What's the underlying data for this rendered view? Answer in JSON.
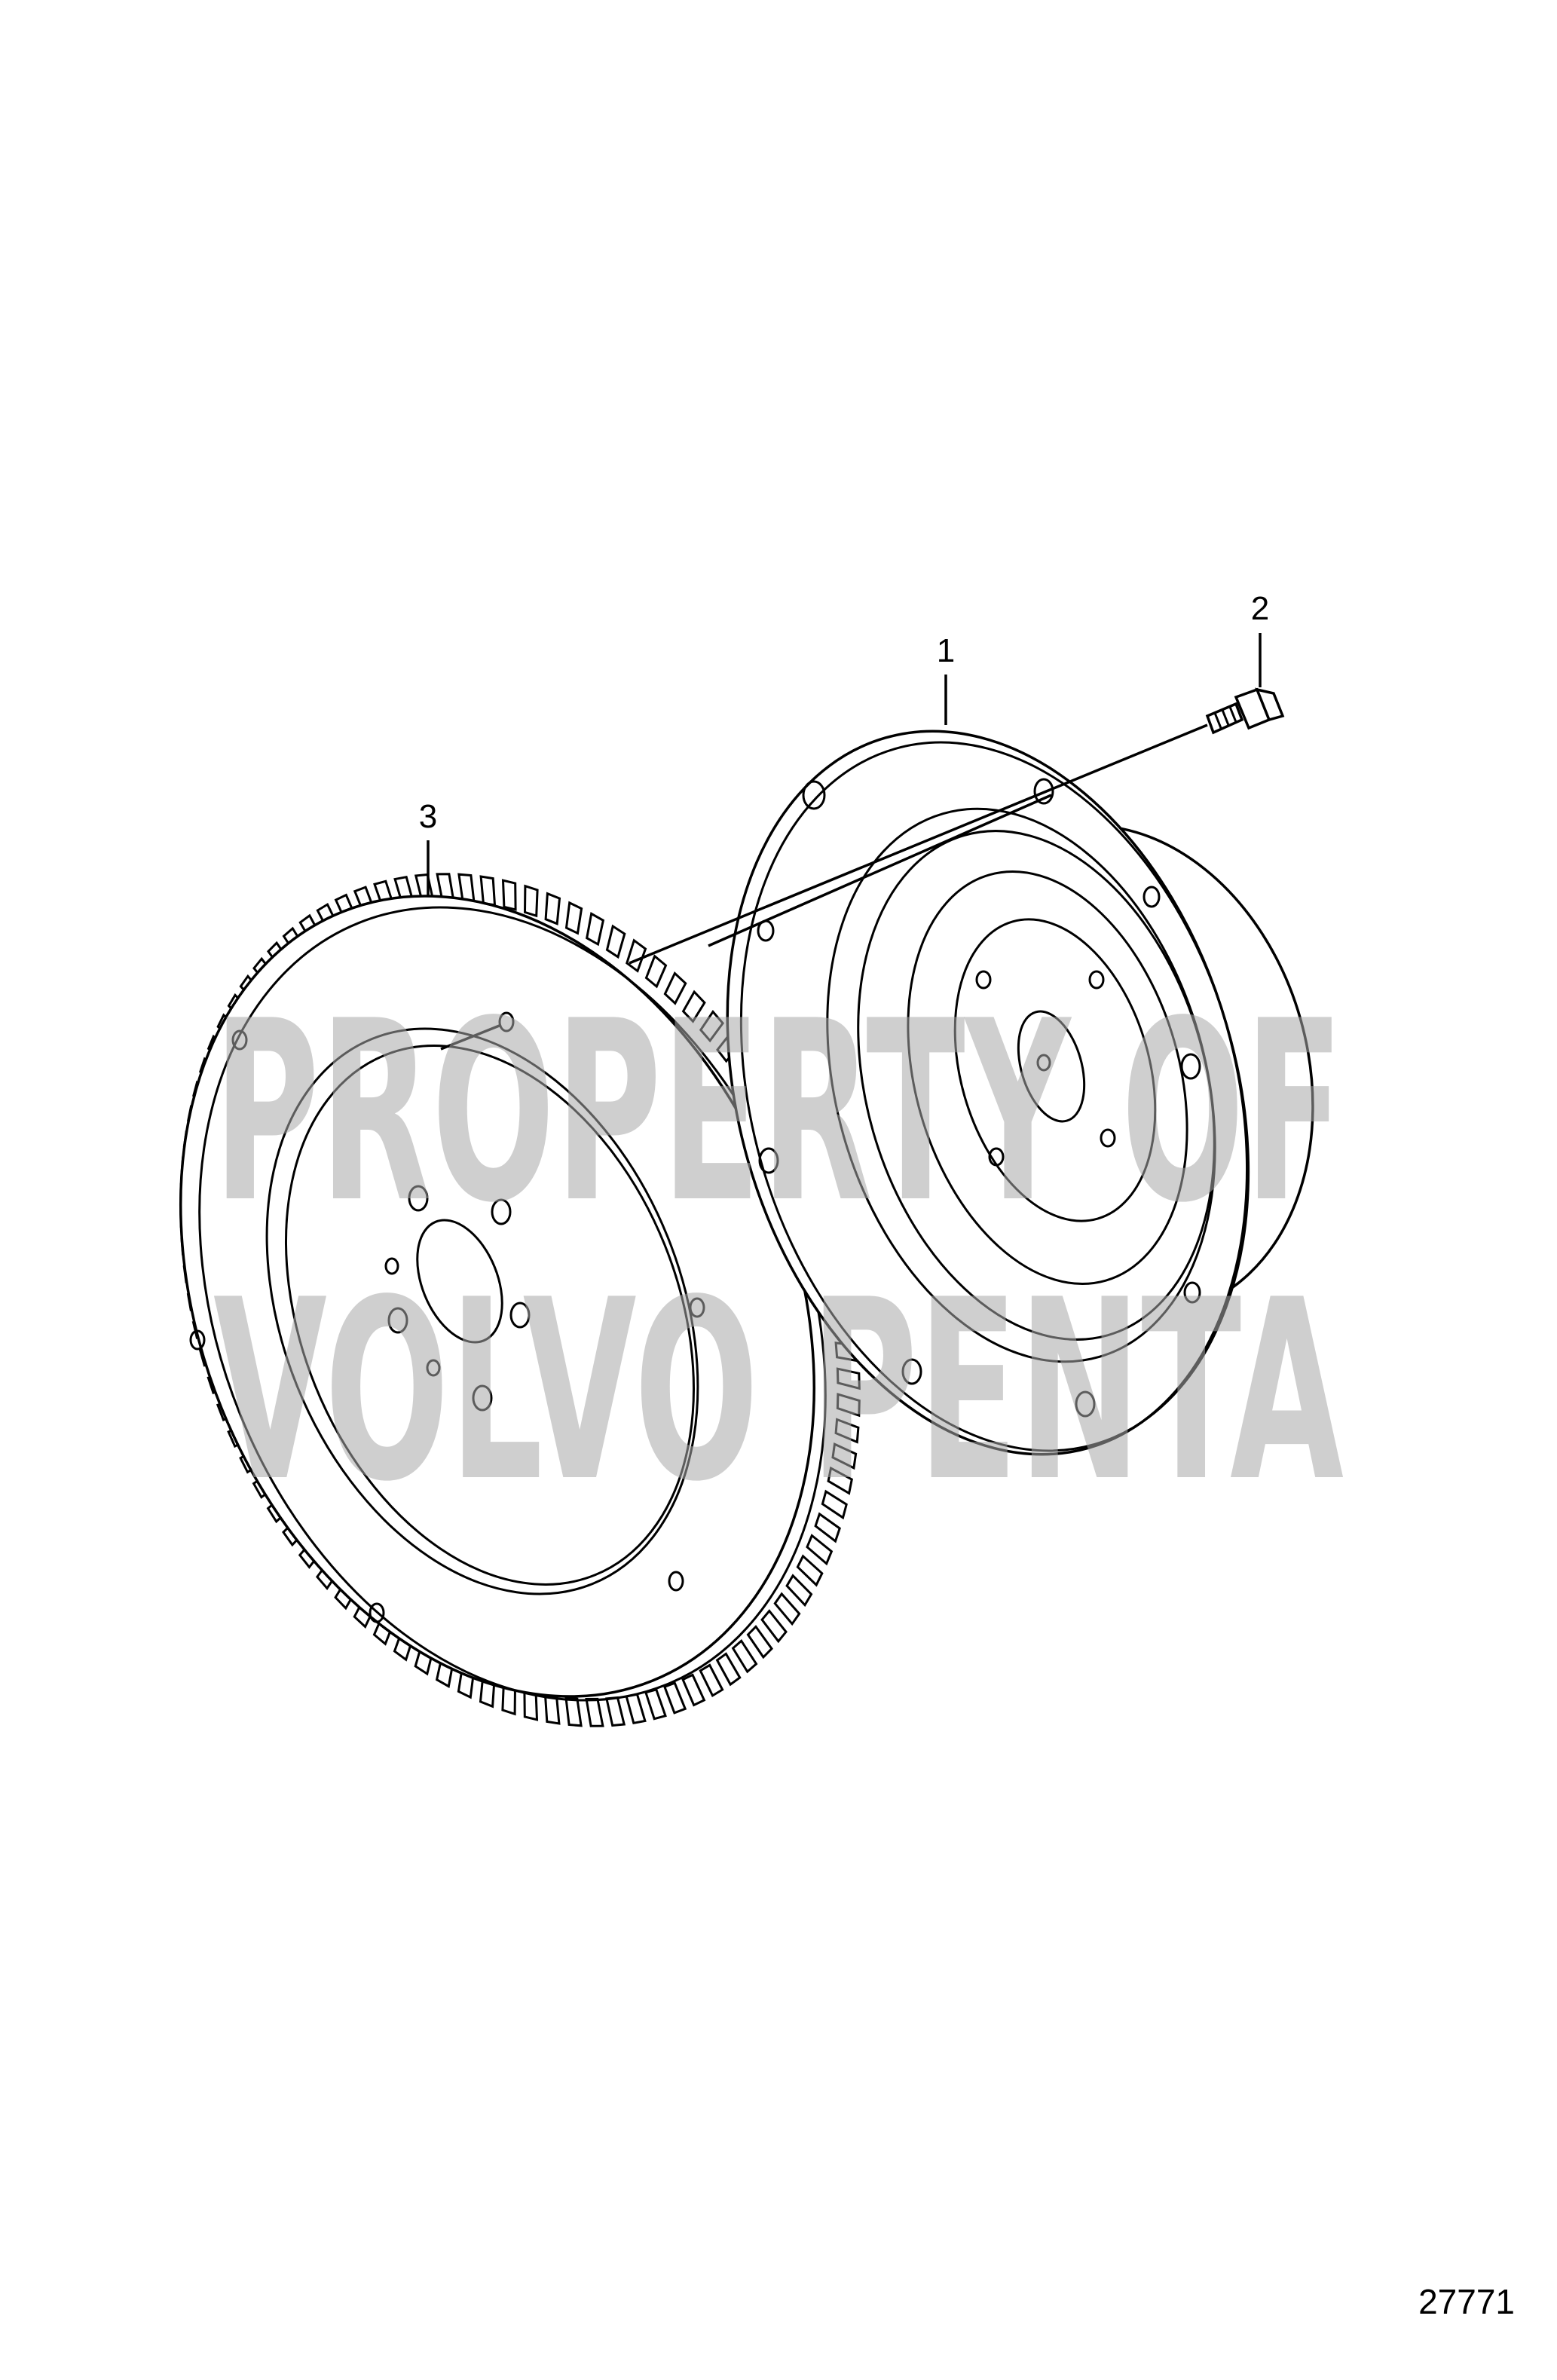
{
  "callouts": [
    {
      "id": "1",
      "label": "1"
    },
    {
      "id": "2",
      "label": "2"
    },
    {
      "id": "3",
      "label": "3"
    }
  ],
  "watermark": {
    "line1": "PROPERTY OF",
    "line2": "VOLVO PENTA"
  },
  "reference_number": "27771",
  "colors": {
    "ink": "#000000",
    "paper": "#ffffff",
    "watermark": "#a8a8a8"
  }
}
